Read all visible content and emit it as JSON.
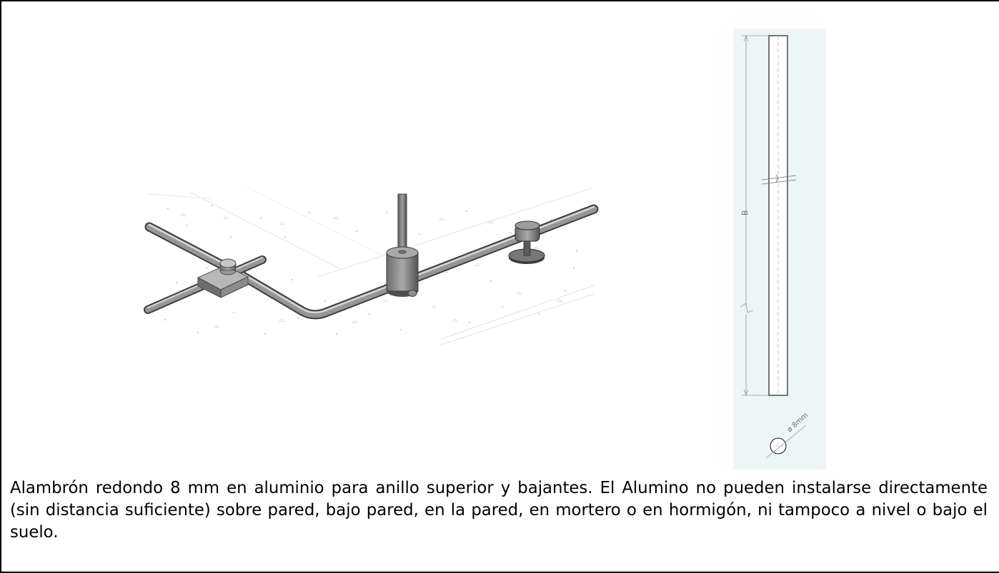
{
  "document": {
    "description": "Alambrón redondo 8 mm en aluminio para anillo superior y bajantes. El Alumino no pueden instalarse directamente (sin distancia suficiente) sobre pared, bajo pared, en la pared, en mortero o en hormigón, ni tampoco a nivel o bajo el suelo."
  },
  "technical_drawing": {
    "dimension_label": "B",
    "diameter_label": "ø 8mm",
    "background_color": "#eef5f7"
  },
  "colors": {
    "border": "#000000",
    "conductor": "#8a8a8a",
    "conductor_dark": "#4f4f4f",
    "conductor_light": "#d2d2d2"
  }
}
